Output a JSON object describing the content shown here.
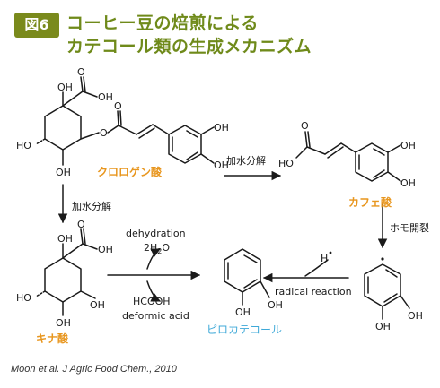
{
  "header": {
    "badge": "図6",
    "title_line1": "コーヒー豆の焙煎による",
    "title_line2": "カテコール類の生成メカニズム"
  },
  "compounds": {
    "chlorogenic_acid": "クロロゲン酸",
    "caffeic_acid": "カフェ酸",
    "quinic_acid": "キナ酸",
    "pyrocatechol": "ピロカテコール"
  },
  "groups": {
    "oh": "OH",
    "ho": "HO",
    "o": "O"
  },
  "steps": {
    "hydrolysis_right": "加水分解",
    "hydrolysis_down": "加水分解",
    "homolysis": "ホモ開裂",
    "radical_reaction": "radical reaction",
    "h_radical": "H",
    "dehydration": "dehydration",
    "water": "2H",
    "water_sub": "2",
    "water_tail": "O",
    "formic": "HCOOH",
    "deformic": "deformic acid"
  },
  "citation": "Moon et al. J Agric Food Chem., 2010",
  "colors": {
    "title": "#6f8a1a",
    "badge": "#7a8a1c",
    "orange_label": "#e8961e",
    "blue_label": "#3fa9d8"
  }
}
